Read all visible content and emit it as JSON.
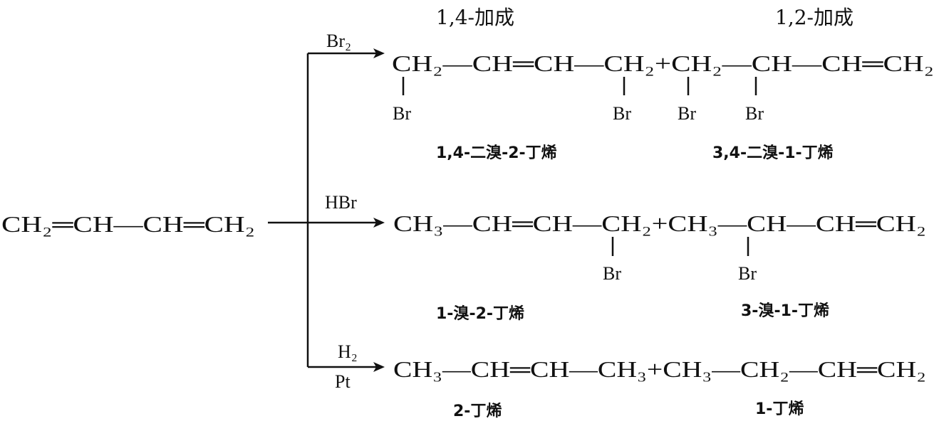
{
  "reactant": "CH₂═CH—CH═CH₂",
  "branches": [
    {
      "reagent": "Br₂",
      "headers": [
        "1,4-加成",
        "1,2-加成"
      ],
      "product": "CH₂—CH═CH—CH₂+CH₂—CH—CH═CH₂",
      "substituents": [
        "Br",
        "Br",
        "Br",
        "Br"
      ],
      "names": [
        "1,4-二溴-2-丁烯",
        "3,4-二溴-1-丁烯"
      ]
    },
    {
      "reagent": "HBr",
      "product": "CH₃—CH═CH—CH₂+CH₃—CH—CH═CH₂",
      "substituents": [
        "Br",
        "Br"
      ],
      "names": [
        "1-溴-2-丁烯",
        "3-溴-1-丁烯"
      ]
    },
    {
      "reagent": "H₂",
      "catalyst": "Pt",
      "product": "CH₃—CH═CH—CH₃+CH₃—CH₂—CH═CH₂",
      "names": [
        "2-丁烯",
        "1-丁烯"
      ]
    }
  ]
}
